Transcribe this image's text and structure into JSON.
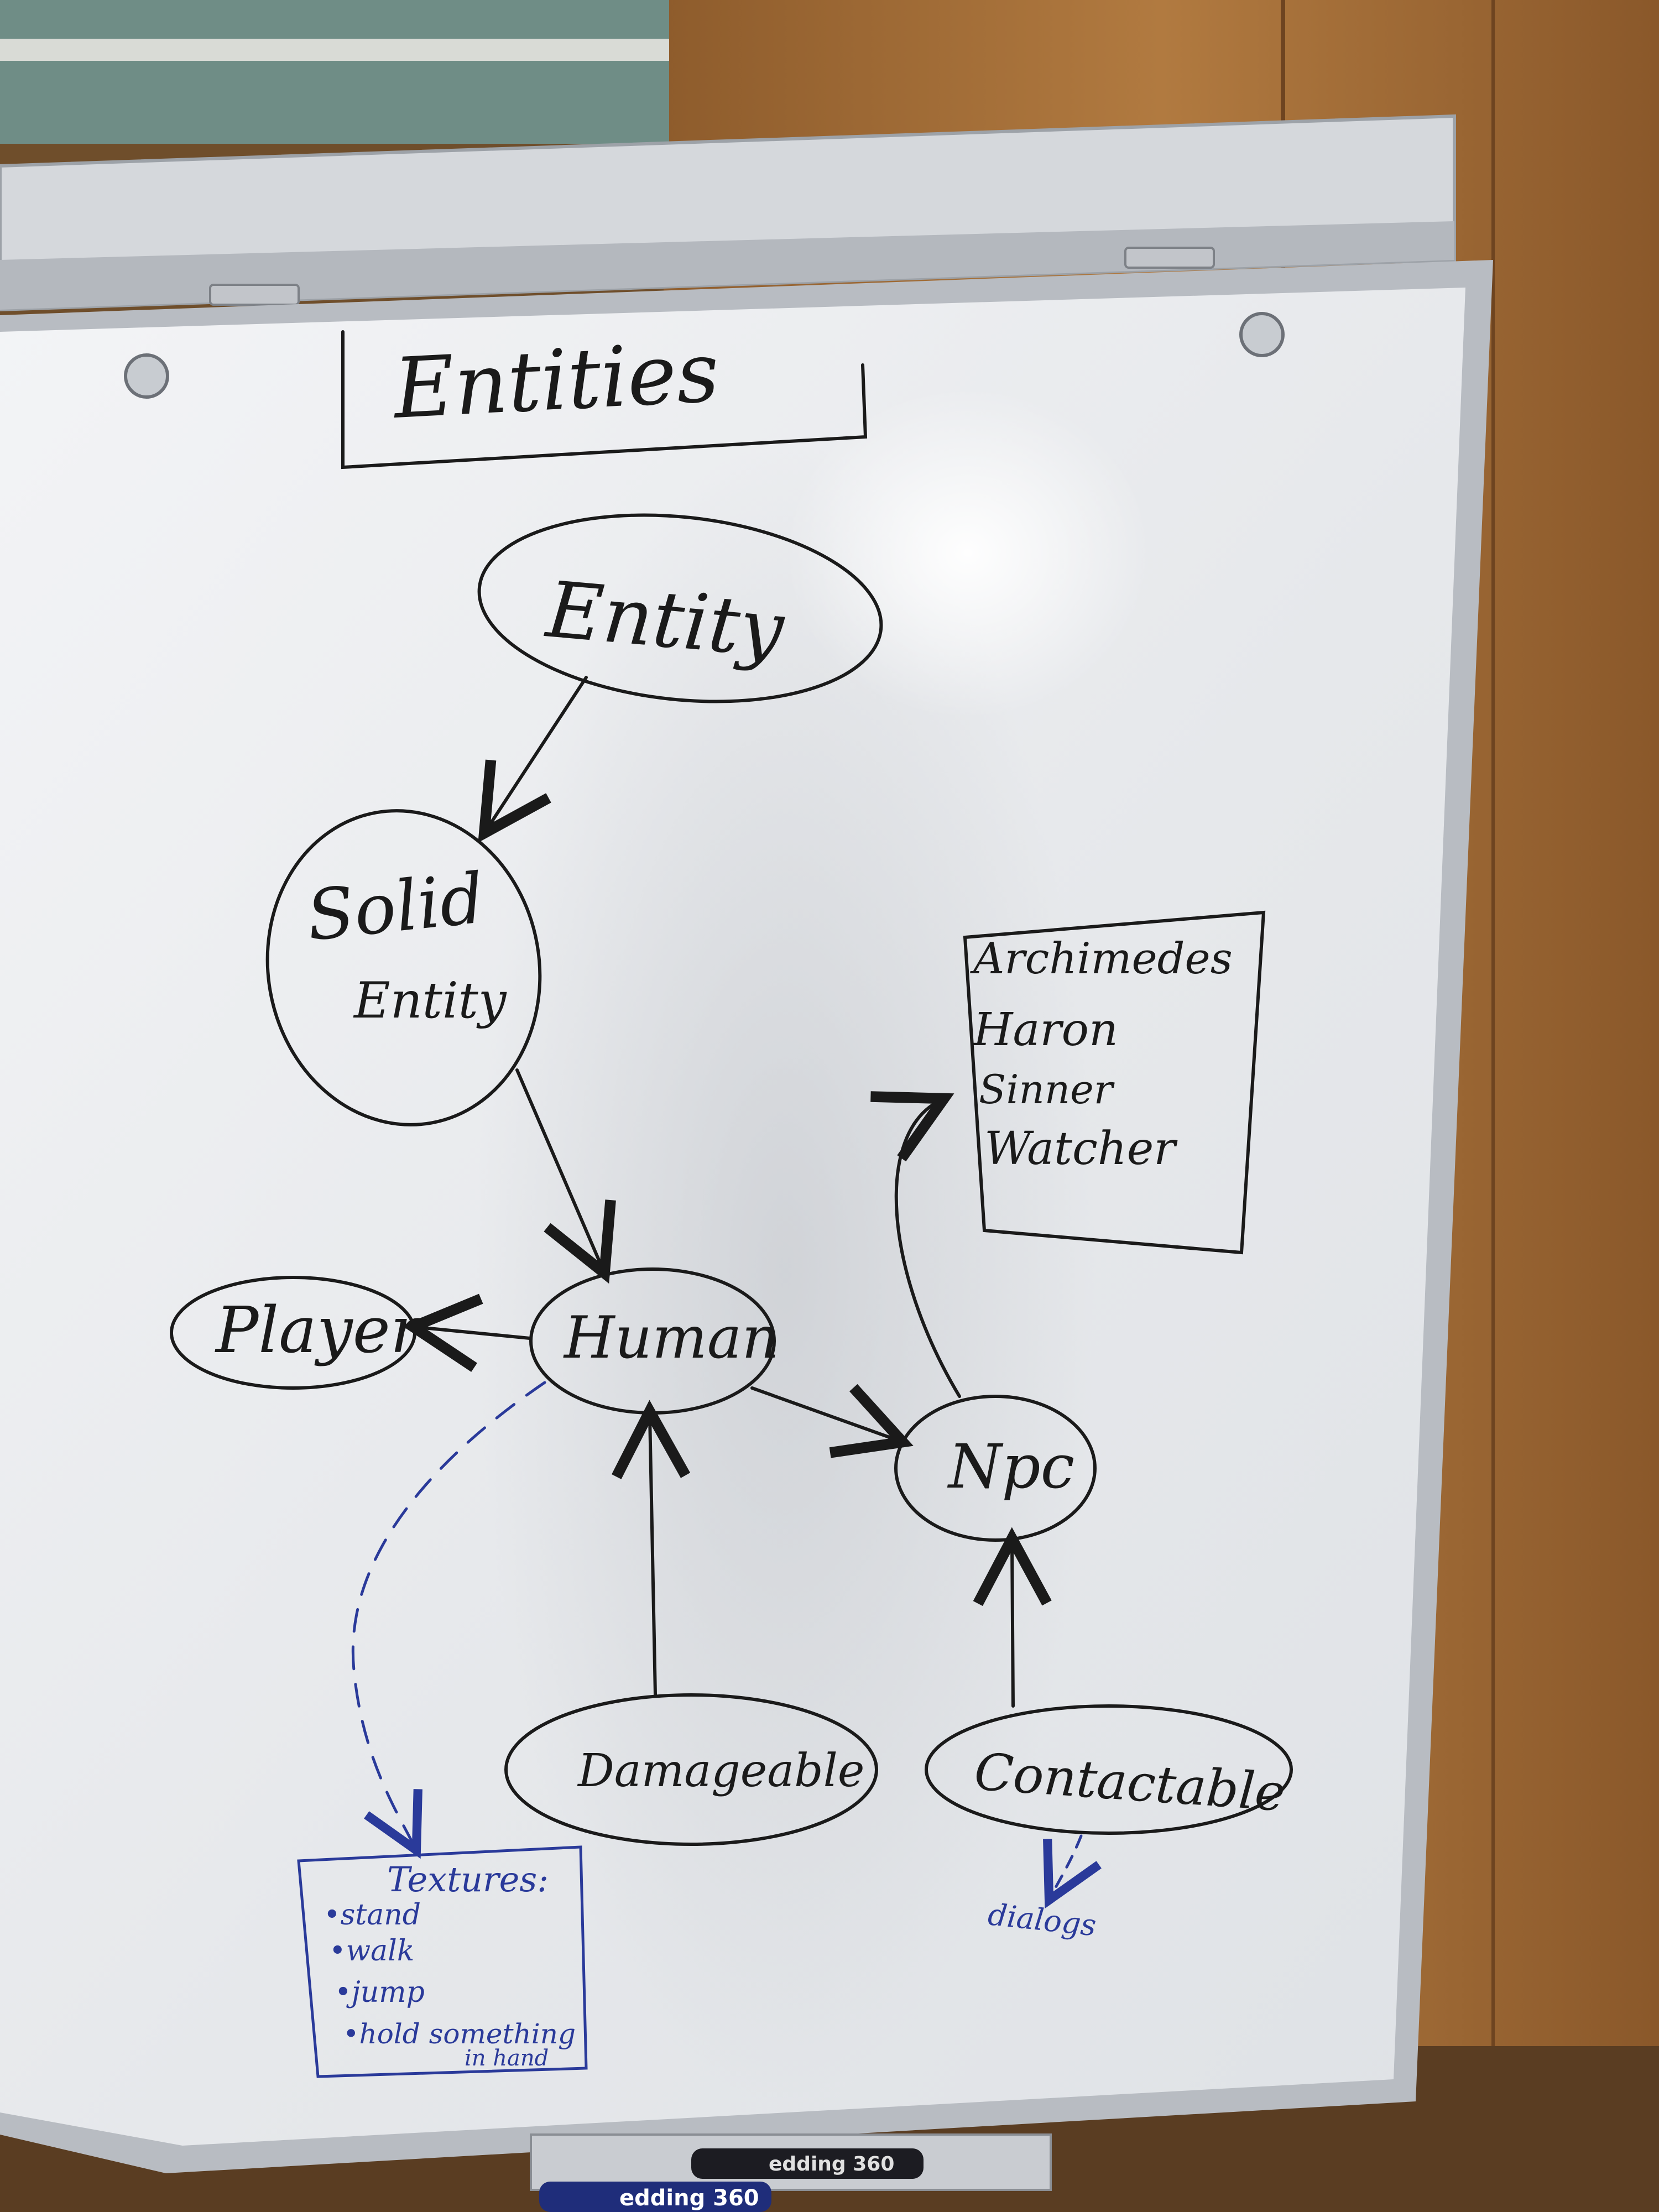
{
  "board": {
    "title": "Entities",
    "nodes": {
      "entity": "Entity",
      "solid_line1": "Solid",
      "solid_line2": "Entity",
      "player": "Player",
      "human": "Human",
      "npc": "Npc",
      "damageable": "Damageable",
      "contactable": "Contactable"
    },
    "npc_list": [
      "Archimedes",
      "Haron",
      "Sinner",
      "Watcher"
    ],
    "textures": {
      "title": "Textures:",
      "items": [
        "•stand",
        "•walk",
        "•jump",
        "•hold something"
      ],
      "item_extra": "in hand"
    },
    "dialogs": "dialogs"
  },
  "markers": {
    "left_label": "edding 360",
    "right_label": "edding 360"
  },
  "colors": {
    "ink_black": "#1a1a1a",
    "ink_blue": "#2a3a9a",
    "board": "#eef0f2",
    "frame": "#b8bcc2",
    "wall_wood": "#a8703a"
  }
}
